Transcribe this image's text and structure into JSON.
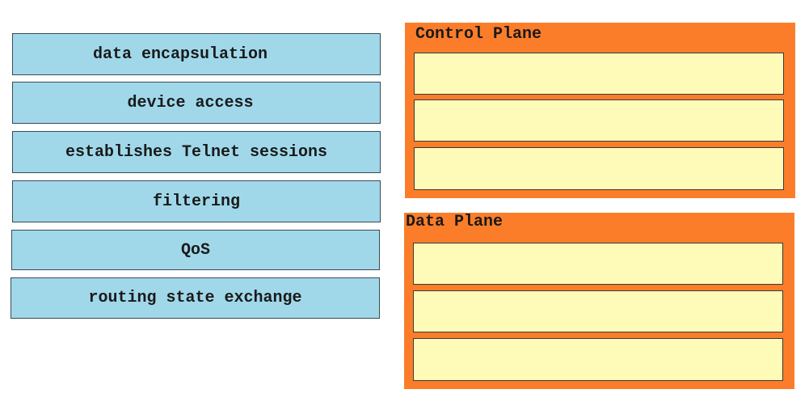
{
  "items": [
    {
      "label": "data encapsulation"
    },
    {
      "label": "device access"
    },
    {
      "label": "establishes Telnet sessions"
    },
    {
      "label": "filtering"
    },
    {
      "label": "QoS"
    },
    {
      "label": "routing state exchange"
    }
  ],
  "control_plane": {
    "title": "Control Plane",
    "slot_count": 3
  },
  "data_plane": {
    "title": "Data Plane",
    "slot_count": 3
  },
  "colors": {
    "item_fill": "#a0d8ea",
    "plane_fill": "#fb7d2a",
    "slot_fill": "#fefbb8"
  }
}
